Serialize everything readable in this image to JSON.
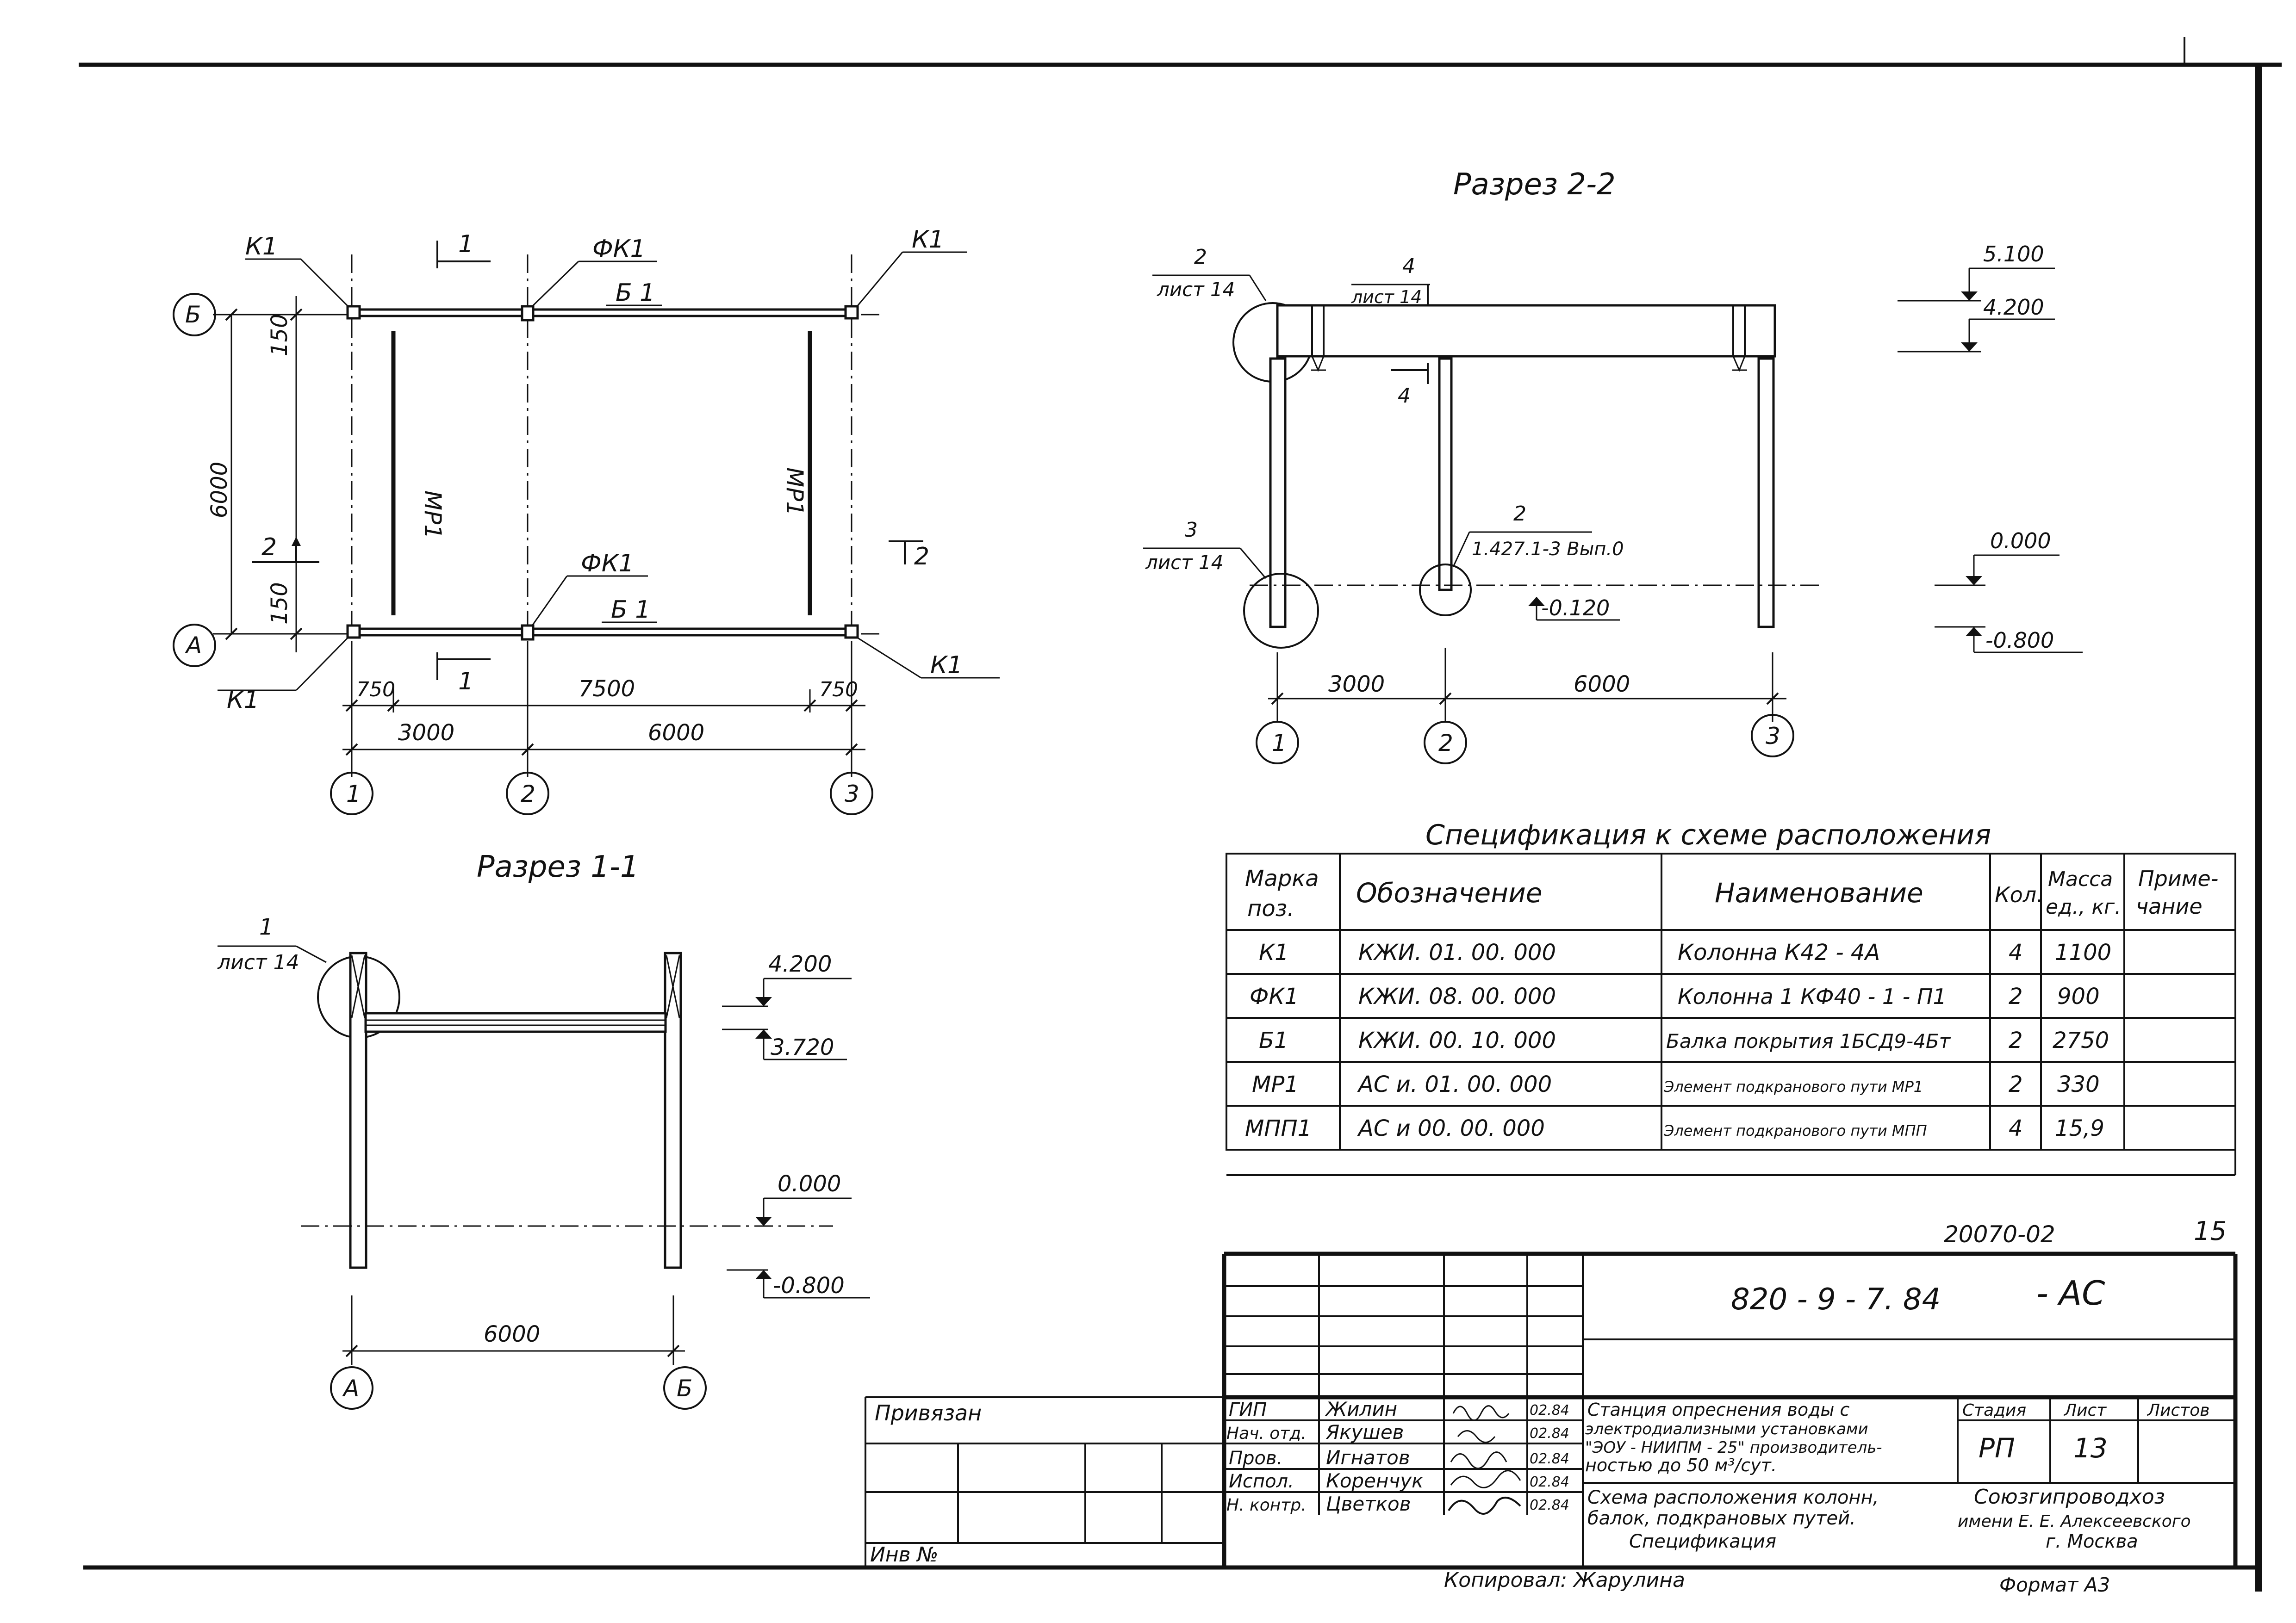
{
  "plan": {
    "axes_letters": [
      "Б",
      "А"
    ],
    "axes_numbers": [
      "1",
      "2",
      "3"
    ],
    "marks": {
      "k1": "К1",
      "fk1": "ФК1",
      "b1": "Б 1",
      "mr1": "МР1"
    },
    "section_marks": {
      "s1": "1",
      "s2": "2"
    },
    "dims": {
      "d150": "150",
      "d6000": "6000",
      "d750": "750",
      "d7500": "7500",
      "d3000": "3000",
      "d6000b": "6000"
    }
  },
  "section11": {
    "title": "Разрез 1-1",
    "callout_num": "1",
    "callout_sheet": "лист 14",
    "levels": [
      "4.200",
      "3.720",
      "0.000",
      "-0.800"
    ],
    "dim": "6000",
    "axes": [
      "А",
      "Б"
    ]
  },
  "section22": {
    "title": "Разрез 2-2",
    "callouts": [
      {
        "num": "2",
        "sheet": "лист 14"
      },
      {
        "num": "4",
        "sheet": "лист 14"
      },
      {
        "num": "3",
        "sheet": "лист 14"
      },
      {
        "num": "2",
        "sheet": "1.427.1-3 Вып.0"
      }
    ],
    "section_mark": "4",
    "levels": [
      "5.100",
      "4.200",
      "0.000",
      "-0.800",
      "-0.120"
    ],
    "dims": [
      "3000",
      "6000"
    ],
    "axes": [
      "1",
      "2",
      "3"
    ]
  },
  "spec": {
    "title": "Спецификация к схеме расположения",
    "headers": [
      "Марка поз.",
      "Обозначение",
      "Наименование",
      "Кол.",
      "Масса ед., кг.",
      "Приме- чание"
    ],
    "rows": [
      [
        "К1",
        "КЖИ. 01. 00. 000",
        "Колонна К42 - 4А",
        "4",
        "1100",
        ""
      ],
      [
        "ФК1",
        "КЖИ. 08. 00. 000",
        "Колонна 1 КФ40 - 1 - П1",
        "2",
        "900",
        ""
      ],
      [
        "Б1",
        "КЖИ. 00. 10. 000",
        "Балка покрытия 1БСД9-4Бт",
        "2",
        "2750",
        ""
      ],
      [
        "МР1",
        "АС и. 01. 00. 000",
        "Элемент подкранового пути МР1",
        "2",
        "330",
        ""
      ],
      [
        "МПП1",
        "АС и 00. 00. 000",
        "Элемент подкранового пути МПП",
        "4",
        "15,9",
        ""
      ]
    ]
  },
  "stamp": {
    "archive_no": "20070-02",
    "page_no": "15",
    "doc_code": "820 - 9 - 7. 84",
    "doc_suffix": "- АС",
    "privyazan": "Привязан",
    "inv_no": "Инв №",
    "roles": [
      "ГИП",
      "Нач. отд.",
      "Пров.",
      "Испол.",
      "Н. контр."
    ],
    "names": [
      "Жилин",
      "Якушев",
      "Игнатов",
      "Коренчук",
      "Цветков"
    ],
    "dates": [
      "02.84",
      "02.84",
      "02.84",
      "02.84",
      "02.84"
    ],
    "project_lines": [
      "Станция опреснения воды с",
      "электродиализными установками",
      "\"ЭОУ - НИИПМ - 25\" производитель-",
      "ностью до 50 м³/сут."
    ],
    "drawing_lines": [
      "Схема расположения колонн,",
      "балок, подкрановых путей.",
      "Спецификация"
    ],
    "stage_h": "Стадия",
    "sheet_h": "Лист",
    "sheets_h": "Листов",
    "stage": "РП",
    "sheet": "13",
    "org_lines": [
      "Союзгипроводхоз",
      "имени Е. Е. Алексеевского",
      "г. Москва"
    ],
    "copied": "Копировал: Жарулина",
    "format": "Формат А3"
  }
}
